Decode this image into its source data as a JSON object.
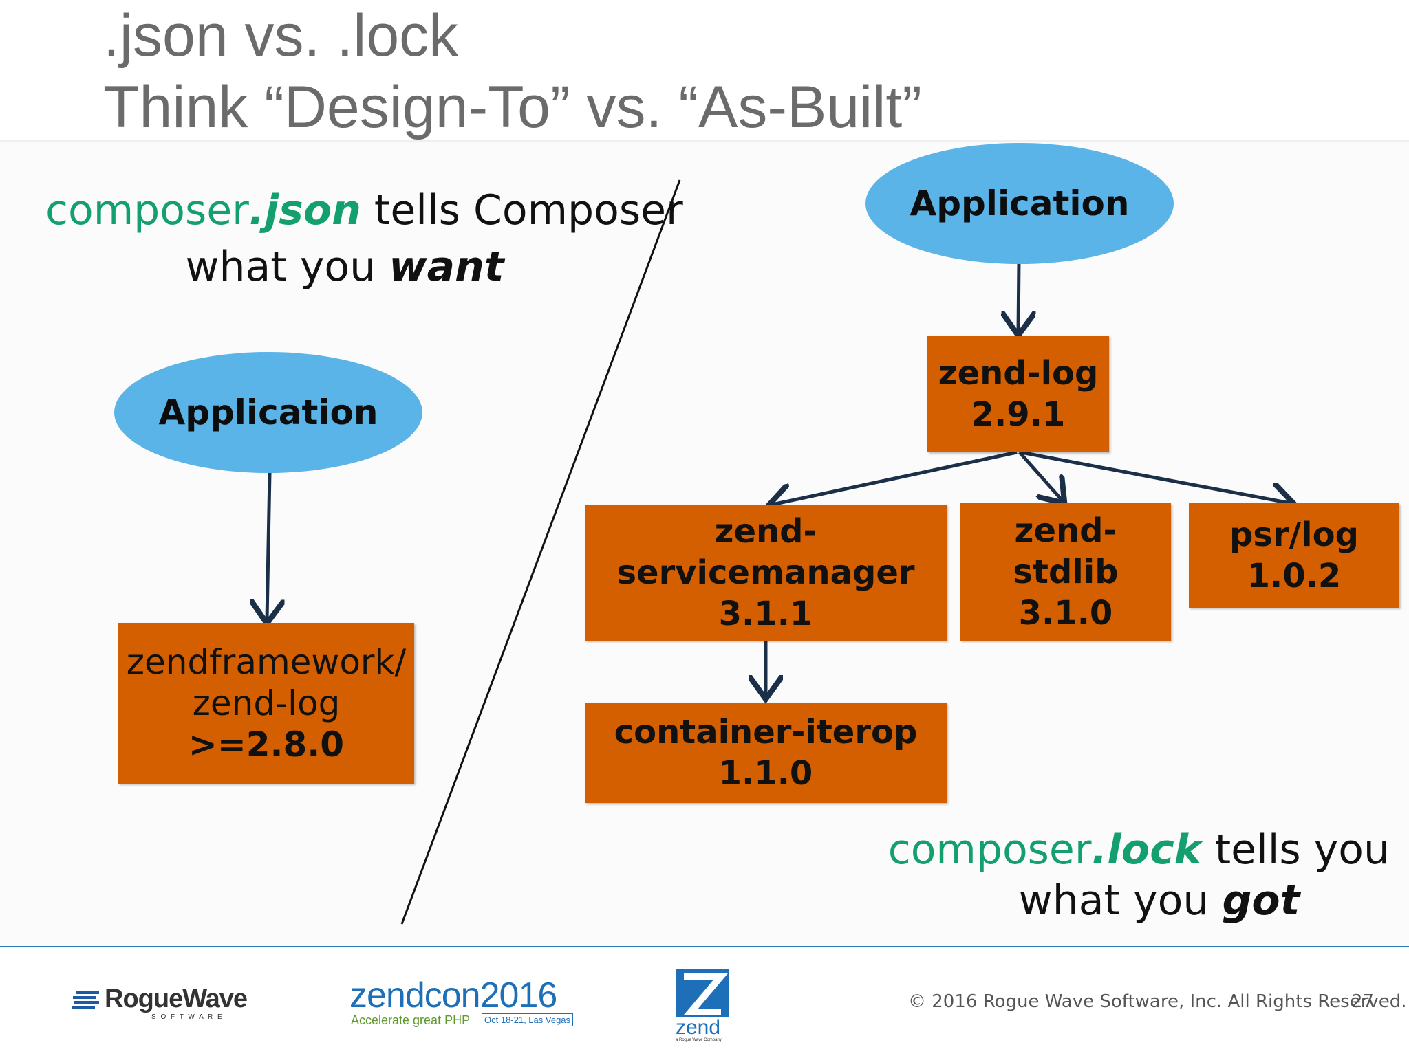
{
  "title": {
    "line1": ".json  vs.  .lock",
    "line2": "Think “Design-To” vs. “As-Built”"
  },
  "left": {
    "caption": {
      "part1": "composer",
      "part2": ".json",
      "part3": " tells Composer",
      "line2_a": "what you ",
      "line2_b": "want"
    },
    "app_label": "Application",
    "dep_box": [
      "zendframework/",
      "zend-log",
      ">=2.8.0"
    ]
  },
  "right": {
    "app_label": "Application",
    "zend_log": [
      "zend-log",
      "2.9.1"
    ],
    "servicemanager": [
      "zend-",
      "servicemanager",
      "3.1.1"
    ],
    "stdlib": [
      "zend-",
      "stdlib",
      "3.1.0"
    ],
    "psrlog": [
      "psr/log",
      "1.0.2"
    ],
    "interop": [
      "container-iterop",
      "1.1.0"
    ],
    "caption": {
      "part1": "composer",
      "part2": ".lock",
      "part3": " tells you",
      "line2_a": "what you ",
      "line2_b": "got"
    }
  },
  "footer": {
    "roguewave": {
      "name": "RogueWave",
      "sub": "S O F T W A R E"
    },
    "zendcon": {
      "name": "zendcon2016",
      "tagline": "Accelerate great PHP",
      "dates": "Oct 18-21, Las Vegas"
    },
    "zend": {
      "name": "zend",
      "sub": "a Rogue Wave Company"
    },
    "copyright": "© 2016 Rogue Wave Software, Inc. All Rights Reserved.",
    "page_number": "27"
  },
  "colors": {
    "ellipse": "#5ab4e8",
    "box": "#d45f00",
    "caption_accent": "#13a06e",
    "arrow": "#1b2f48",
    "title": "#6b6b6b",
    "footer_rule": "#2b7bb9"
  }
}
